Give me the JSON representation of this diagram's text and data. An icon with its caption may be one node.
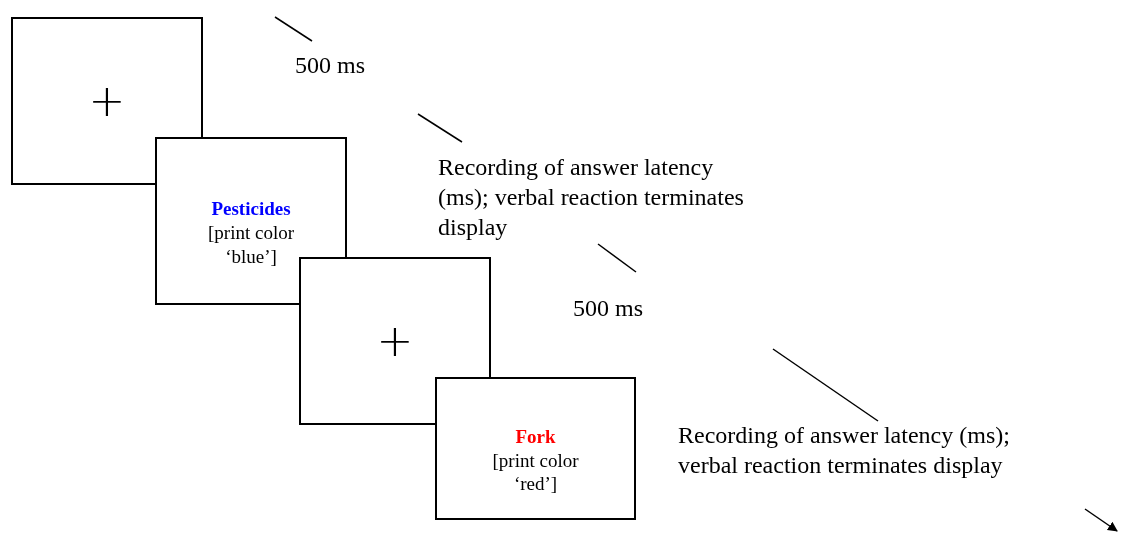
{
  "diagram": {
    "nodes": [
      {
        "text": [
          "+"
        ]
      },
      {
        "text": [
          "Pesticides",
          "[print color ‘blue’]"
        ]
      },
      {
        "text": [
          "+"
        ]
      },
      {
        "text": [
          "Fork",
          "[print color ‘red’]"
        ]
      }
    ],
    "labels": [
      "500 ms",
      "Recording of answer latency (ms); verbal reaction terminates display",
      "500 ms",
      "Recording of answer latency (ms); verbal reaction terminates display"
    ]
  }
}
